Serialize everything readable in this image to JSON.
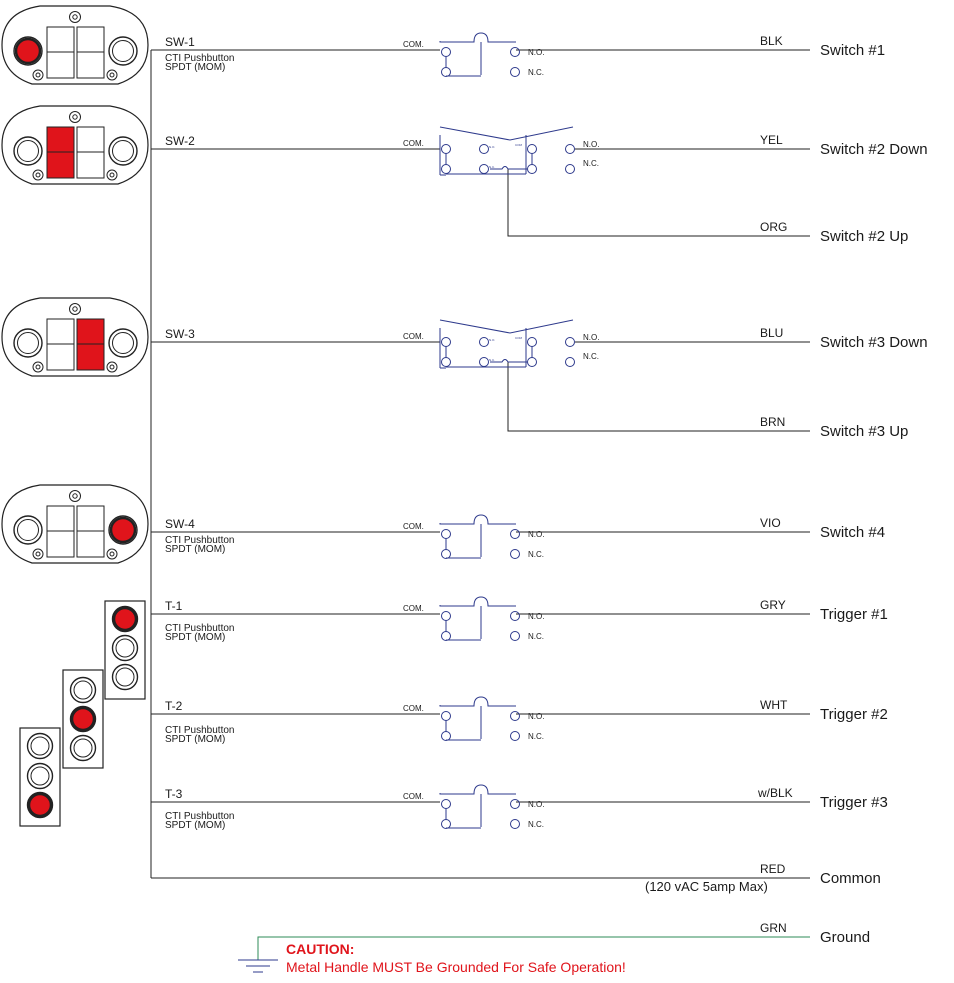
{
  "switches": [
    {
      "id": "SW-1",
      "desc1": "CTI Pushbutton",
      "desc2": "SPDT (MOM)",
      "com": "COM.",
      "no": "N.O.",
      "nc": "N.C.",
      "wire": "BLK",
      "output": "Switch #1"
    },
    {
      "id": "SW-2",
      "com": "COM.",
      "no": "N.O.",
      "nc": "N.C.",
      "mini_no": "N.O.",
      "mini_nc": "N.C.",
      "mini_com": "COM",
      "wire": "YEL",
      "output": "Switch #2 Down",
      "up_wire": "ORG",
      "up_output": "Switch #2 Up"
    },
    {
      "id": "SW-3",
      "com": "COM.",
      "no": "N.O.",
      "nc": "N.C.",
      "mini_no": "N.O.",
      "mini_nc": "N.C.",
      "mini_com": "COM",
      "wire": "BLU",
      "output": "Switch #3 Down",
      "up_wire": "BRN",
      "up_output": "Switch #3 Up"
    },
    {
      "id": "SW-4",
      "desc1": "CTI Pushbutton",
      "desc2": "SPDT (MOM)",
      "com": "COM.",
      "no": "N.O.",
      "nc": "N.C.",
      "wire": "VIO",
      "output": "Switch #4"
    },
    {
      "id": "T-1",
      "desc1": "CTI Pushbutton",
      "desc2": "SPDT (MOM)",
      "com": "COM.",
      "no": "N.O.",
      "nc": "N.C.",
      "wire": "GRY",
      "output": "Trigger #1"
    },
    {
      "id": "T-2",
      "desc1": "CTI Pushbutton",
      "desc2": "SPDT (MOM)",
      "com": "COM.",
      "no": "N.O.",
      "nc": "N.C.",
      "wire": "WHT",
      "output": "Trigger #2"
    },
    {
      "id": "T-3",
      "desc1": "CTI Pushbutton",
      "desc2": "SPDT (MOM)",
      "com": "COM.",
      "no": "N.O.",
      "nc": "N.C.",
      "wire": "w/BLK",
      "output": "Trigger #3"
    }
  ],
  "common": {
    "wire": "RED",
    "output": "Common",
    "rating": "(120 vAC 5amp Max)"
  },
  "ground": {
    "wire": "GRN",
    "output": "Ground"
  },
  "caution": {
    "title": "CAUTION:",
    "text": "Metal Handle MUST Be Grounded For Safe Operation!"
  },
  "colors": {
    "highlight": "#e0141b",
    "symbol": "#2e3a8c",
    "ground_wire": "#2e8b57",
    "caution": "#e0141b"
  }
}
